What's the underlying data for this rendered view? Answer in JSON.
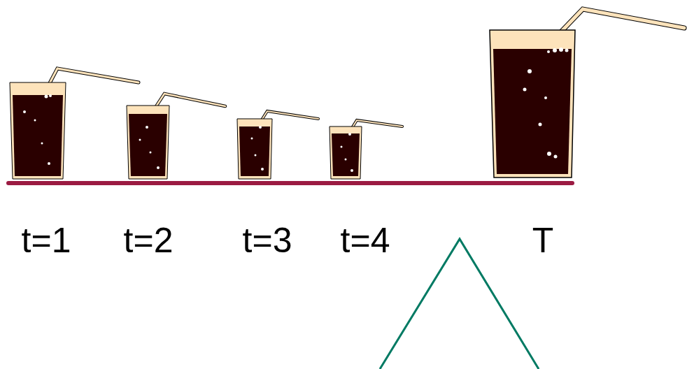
{
  "diagram": {
    "labels": [
      "t=1",
      "t=2",
      "t=3",
      "t=4",
      "T"
    ]
  }
}
